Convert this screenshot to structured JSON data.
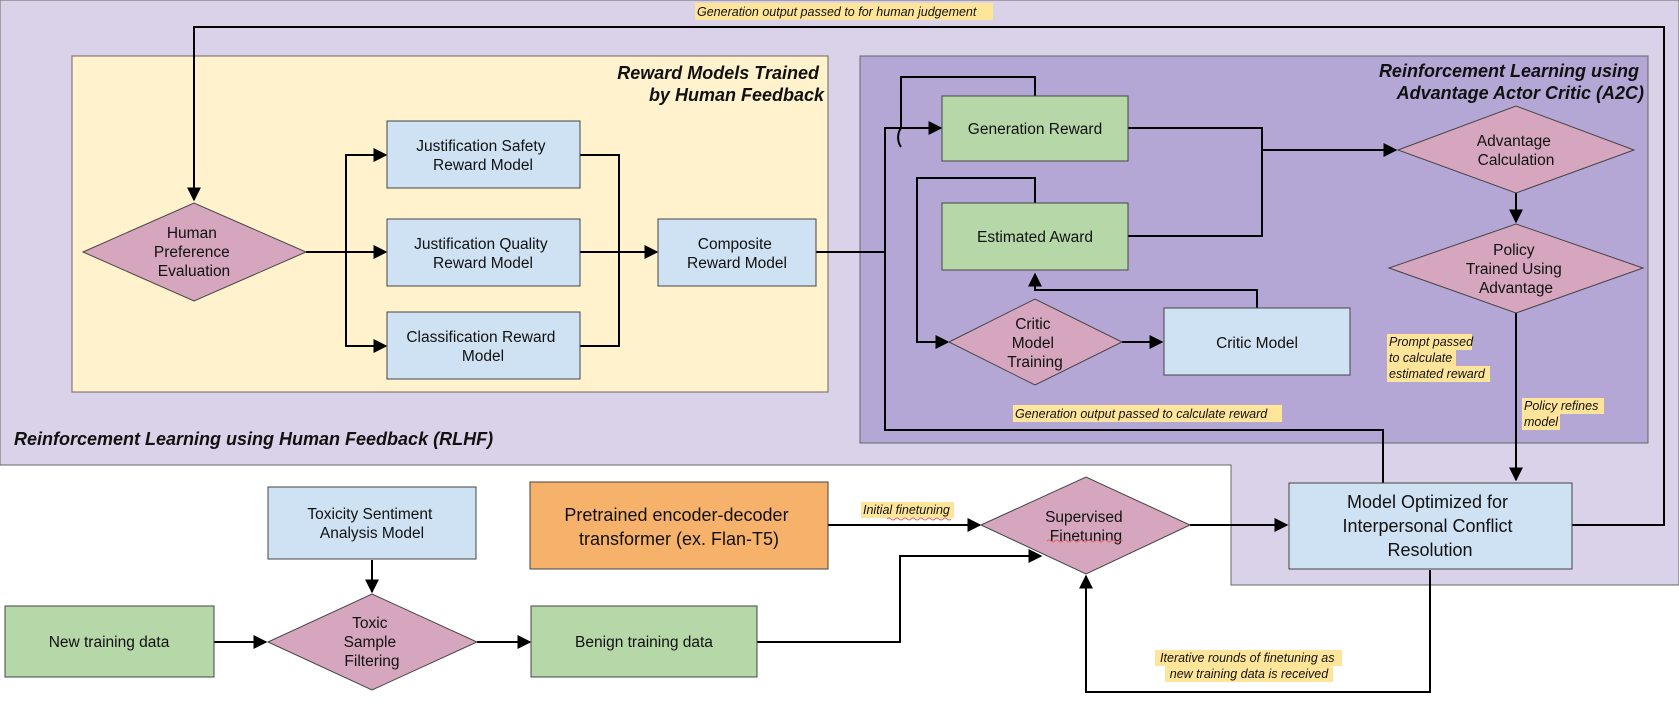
{
  "colors": {
    "rlhf_bg": "#d9d2e9",
    "reward_bg": "#fff2cc",
    "a2c_bg": "#b4a7d6",
    "blue_box": "#cfe2f3",
    "green_box": "#b6d7a8",
    "pink_diamond": "#d5a6bd",
    "orange_box": "#f6b26b",
    "annotation_highlight": "#ffe599"
  },
  "regions": {
    "rlhf_title": "Reinforcement Learning using Human Feedback (RLHF)",
    "reward_title_1": "Reward Models Trained",
    "reward_title_2": "by Human Feedback",
    "a2c_title_1": "Reinforcement Learning using",
    "a2c_title_2": "Advantage Actor Critic (A2C)"
  },
  "nodes": {
    "human_pref": [
      "Human",
      "Preference",
      "Evaluation"
    ],
    "just_safety": [
      "Justification Safety",
      "Reward Model"
    ],
    "just_quality": [
      "Justification Quality",
      "Reward Model"
    ],
    "classification": [
      "Classification Reward",
      "Model"
    ],
    "composite": [
      "Composite",
      "Reward Model"
    ],
    "generation_reward": [
      "Generation Reward"
    ],
    "estimated_award": [
      "Estimated Award"
    ],
    "critic_training": [
      "Critic",
      "Model",
      "Training"
    ],
    "critic_model": [
      "Critic Model"
    ],
    "advantage_calc": [
      "Advantage",
      "Calculation"
    ],
    "policy_trained": [
      "Policy",
      "Trained Using",
      "Advantage"
    ],
    "model_optimized": [
      "Model Optimized for",
      "Interpersonal Conflict",
      "Resolution"
    ],
    "toxicity_model": [
      "Toxicity Sentiment",
      "Analysis Model"
    ],
    "pretrained": [
      "Pretrained encoder-decoder",
      "transformer (ex. Flan-T5)"
    ],
    "supervised": [
      "Supervised",
      "Finetuning"
    ],
    "new_data": [
      "New training data"
    ],
    "toxic_filter": [
      "Toxic",
      "Sample",
      "Filtering"
    ],
    "benign_data": [
      "Benign training data"
    ]
  },
  "annotations": {
    "gen_output_human": [
      "Generation output passed to for human judgement"
    ],
    "gen_output_reward": [
      "Generation output passed to calculate reward"
    ],
    "prompt_passed": [
      "Prompt passed",
      "to calculate",
      "estimated reward"
    ],
    "policy_refines": [
      "Policy refines",
      "model"
    ],
    "initial_finetuning": [
      "Initial finetuning"
    ],
    "iterative_rounds": [
      "Iterative rounds of finetuning as",
      "new training data is received"
    ]
  }
}
